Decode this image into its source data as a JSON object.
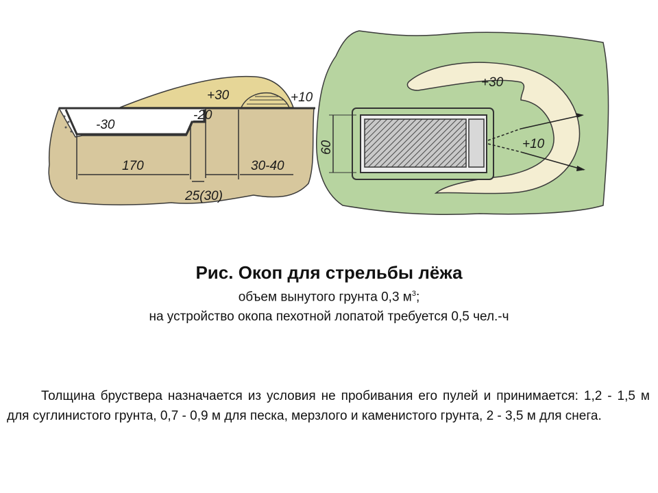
{
  "diagram": {
    "section_labels": {
      "bank_high": "+30",
      "bank_low": "+10",
      "trench_depth": "-30",
      "step_depth": "-20",
      "bottom_length": "170",
      "parapet_width": "30-40",
      "step_width": "25(30)"
    },
    "plan_labels": {
      "width": "60",
      "bank_high": "+30",
      "bank_low": "+10"
    },
    "colors": {
      "soil": "#d7c79d",
      "bank": "#e6d697",
      "terrain": "#b7d4a0",
      "bank_plan": "#f4eed2",
      "outline": "#3a3a3a"
    }
  },
  "caption": {
    "title": "Рис. Окоп для стрельбы лёжа",
    "line1": "объем вынутого грунта 0,3 м",
    "line1_sup": "3",
    "line1_end": ";",
    "line2": "на устройство окопа пехотной лопатой требуется 0,5 чел.-ч"
  },
  "body": {
    "paragraph": "Толщина бруствера назначается из условия не пробивания его пулей и принимается: 1,2 - 1,5 м для суглинистого грунта, 0,7 - 0,9 м для песка, мерзлого и каменистого грунта, 2 - 3,5 м для снега."
  }
}
